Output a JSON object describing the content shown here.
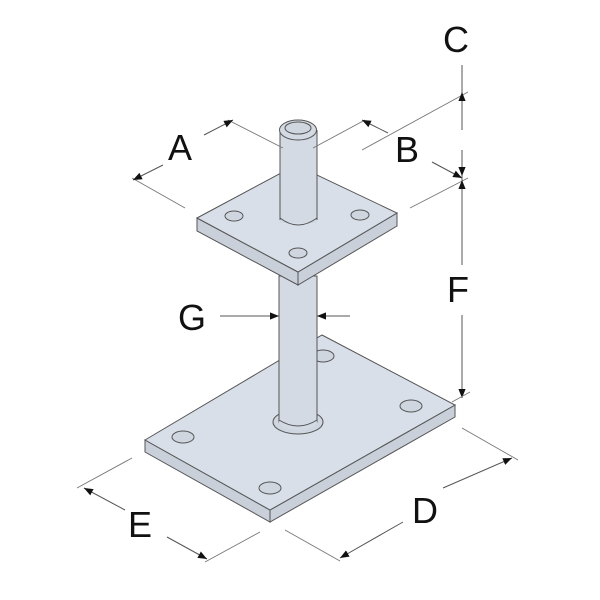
{
  "diagram": {
    "subject": "post base support with upper square plate, threaded rod, and rectangular base plate",
    "labels": {
      "A": "A",
      "B": "B",
      "C": "C",
      "D": "D",
      "E": "E",
      "F": "F",
      "G": "G"
    },
    "colors": {
      "background": "#ffffff",
      "metal_face": "#d9dfe8",
      "metal_side": "#c9d0da",
      "outline": "#555555",
      "label": "#111111"
    }
  }
}
